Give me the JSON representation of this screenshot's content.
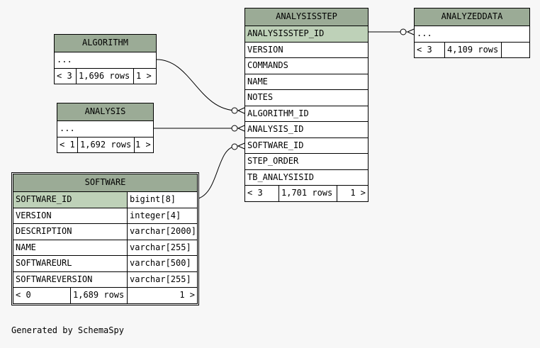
{
  "tables": {
    "analysisstep": {
      "name": "ANALYSISSTEP",
      "columns": [
        "ANALYSISSTEP_ID",
        "VERSION",
        "COMMANDS",
        "NAME",
        "NOTES",
        "ALGORITHM_ID",
        "ANALYSIS_ID",
        "SOFTWARE_ID",
        "STEP_ORDER",
        "TB_ANALYSISID"
      ],
      "footer": {
        "parents": "< 3",
        "rows": "1,701 rows",
        "children": "1 >"
      }
    },
    "analyzeddata": {
      "name": "ANALYZEDDATA",
      "ellipsis": "...",
      "footer": {
        "parents": "< 3",
        "rows": "4,109 rows"
      }
    },
    "algorithm": {
      "name": "ALGORITHM",
      "ellipsis": "...",
      "footer": {
        "parents": "< 3",
        "rows": "1,696 rows",
        "children": "1 >"
      }
    },
    "analysis": {
      "name": "ANALYSIS",
      "ellipsis": "...",
      "footer": {
        "parents": "< 1",
        "rows": "1,692 rows",
        "children": "1 >"
      }
    },
    "software": {
      "name": "SOFTWARE",
      "columns": [
        {
          "name": "SOFTWARE_ID",
          "type": "bigint[8]"
        },
        {
          "name": "VERSION",
          "type": "integer[4]"
        },
        {
          "name": "DESCRIPTION",
          "type": "varchar[2000]"
        },
        {
          "name": "NAME",
          "type": "varchar[255]"
        },
        {
          "name": "SOFTWAREURL",
          "type": "varchar[500]"
        },
        {
          "name": "SOFTWAREVERSION",
          "type": "varchar[255]"
        }
      ],
      "footer": {
        "parents": "< 0",
        "rows": "1,689 rows",
        "children": "1 >"
      }
    }
  },
  "credit": "Generated by SchemaSpy",
  "colors": {
    "header": "#9bab96",
    "primary_key": "#bed1b8",
    "background": "#f7f7f7"
  }
}
